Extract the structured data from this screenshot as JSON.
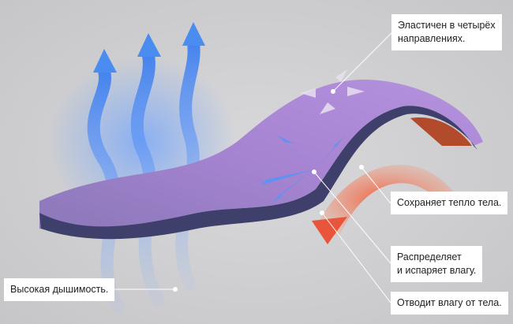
{
  "labels": {
    "stretch": "Эластичен в четырёх направлениях.",
    "stretch_line1": "Эластичен в четырёх",
    "stretch_line2": "направлениях.",
    "warmth": "Сохраняет тепло тела.",
    "distribute_line1": "Распределяет",
    "distribute_line2": "и испаряет влагу.",
    "wicking": "Отводит влагу от тела.",
    "breathability": "Высокая дышимость."
  },
  "colors": {
    "fabric": "#a77fd0",
    "air": "#4a8cf0",
    "heat": "#f0603a",
    "background": "#c9c9cb"
  }
}
